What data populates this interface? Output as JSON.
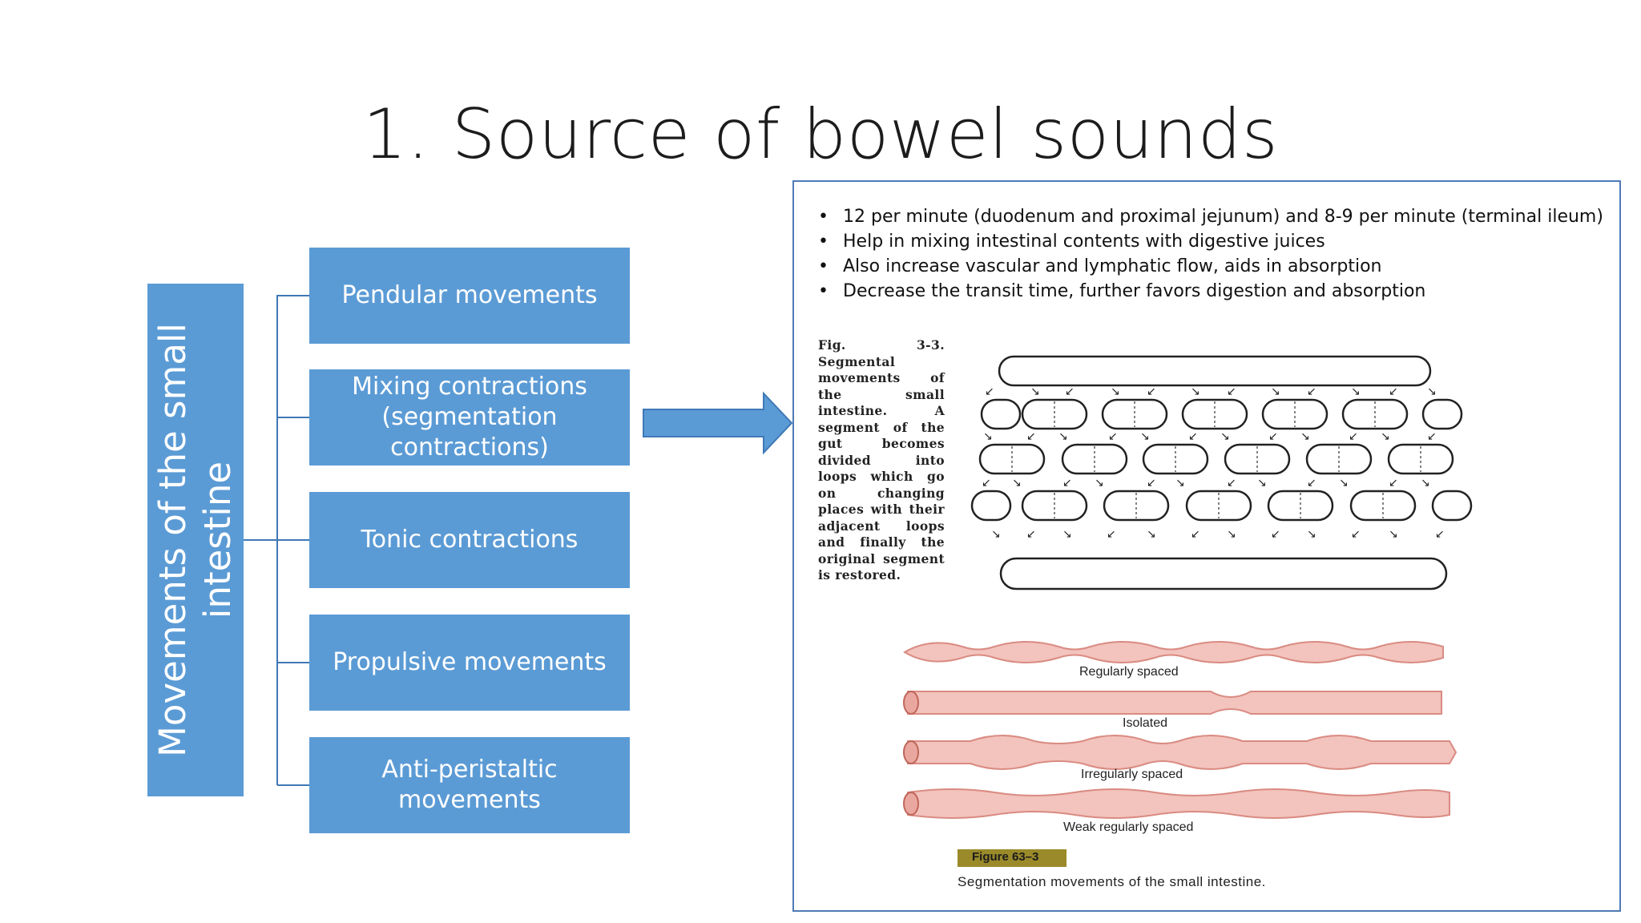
{
  "slide": {
    "title": "1. Source of bowel sounds"
  },
  "root": {
    "label": "Movements of the small intestine"
  },
  "movements": [
    {
      "label": "Pendular movements"
    },
    {
      "label": "Mixing contractions\n(segmentation contractions)"
    },
    {
      "label": "Tonic contractions"
    },
    {
      "label": "Propulsive movements"
    },
    {
      "label": "Anti-peristaltic movements"
    }
  ],
  "panel": {
    "bullets": [
      "12 per minute (duodenum and proximal jejunum) and 8-9 per minute (terminal ileum)",
      "Help in mixing intestinal contents with digestive juices",
      "Also increase vascular and lymphatic flow, aids in absorption",
      "Decrease the transit time, further favors digestion and absorption"
    ],
    "figure_3_3_caption": "Fig. 3-3. Segmental movements of the small intestine. A segment of the gut becomes divided into loops which go on changing places with their adjacent loops and finally the original segment is restored.",
    "segmentation_labels": [
      "Regularly spaced",
      "Isolated",
      "Irregularly spaced",
      "Weak regularly spaced"
    ],
    "figure_63_3_tag": "Figure 63–3",
    "figure_63_3_caption": "Segmentation movements of the small intestine."
  },
  "colors": {
    "box_blue": "#5b9bd5",
    "connector_blue": "#3f78b6",
    "panel_border": "#4e7bb5",
    "intestine_fill": "#f3c3bd",
    "intestine_stroke": "#d98b82"
  }
}
